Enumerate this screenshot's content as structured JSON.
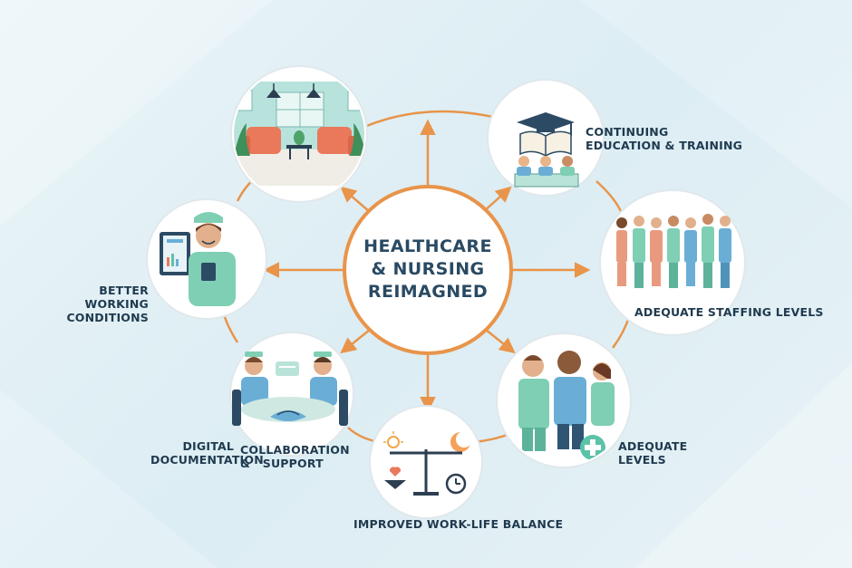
{
  "center": {
    "title_line1": "HEALTHCARE",
    "title_line2": "& NURSING",
    "title_line3": "REIMAGNED"
  },
  "labels": {
    "continuing_education_1": "CONTINUING",
    "continuing_education_2": "EDUCATION & TRAINING",
    "adequate_staffing": "ADEQUATE STAFFING LEVELS",
    "adequate_levels_1": "ADEQUATE",
    "adequate_levels_2": "LEVELS",
    "work_life_balance": "IMPROVED WORK-LIFE BALANCE",
    "collaboration_1": "COLLABORATION",
    "collaboration_2": "&   SUPPORT",
    "digital_1": "DIGITAL",
    "digital_2": "DOCUMENTATION",
    "better_working_1": "BETTER WORKING",
    "better_working_2": "CONDITIONS"
  },
  "colors": {
    "accent_orange": "#e8944a",
    "teal": "#5cc2a8",
    "navy_text": "#1f3a4f",
    "scrub_blue": "#6aaed6",
    "scrub_green": "#7fcfb4"
  },
  "icons": [
    "lounge-room-icon",
    "graduation-book-icon",
    "staff-group-icon",
    "medical-team-icon",
    "balance-scale-icon",
    "collaboration-meeting-icon",
    "nurse-tablet-icon"
  ]
}
